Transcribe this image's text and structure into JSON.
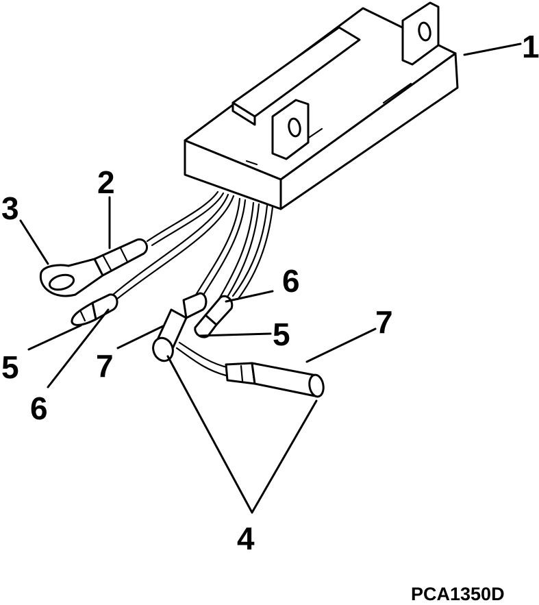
{
  "callouts": {
    "c1": "1",
    "c2": "2",
    "c3": "3",
    "c4": "4",
    "c5_left": "5",
    "c5_right": "5",
    "c6_left": "6",
    "c6_right": "6",
    "c7_left": "7",
    "c7_right": "7"
  },
  "figure_id": "PCA1350D"
}
